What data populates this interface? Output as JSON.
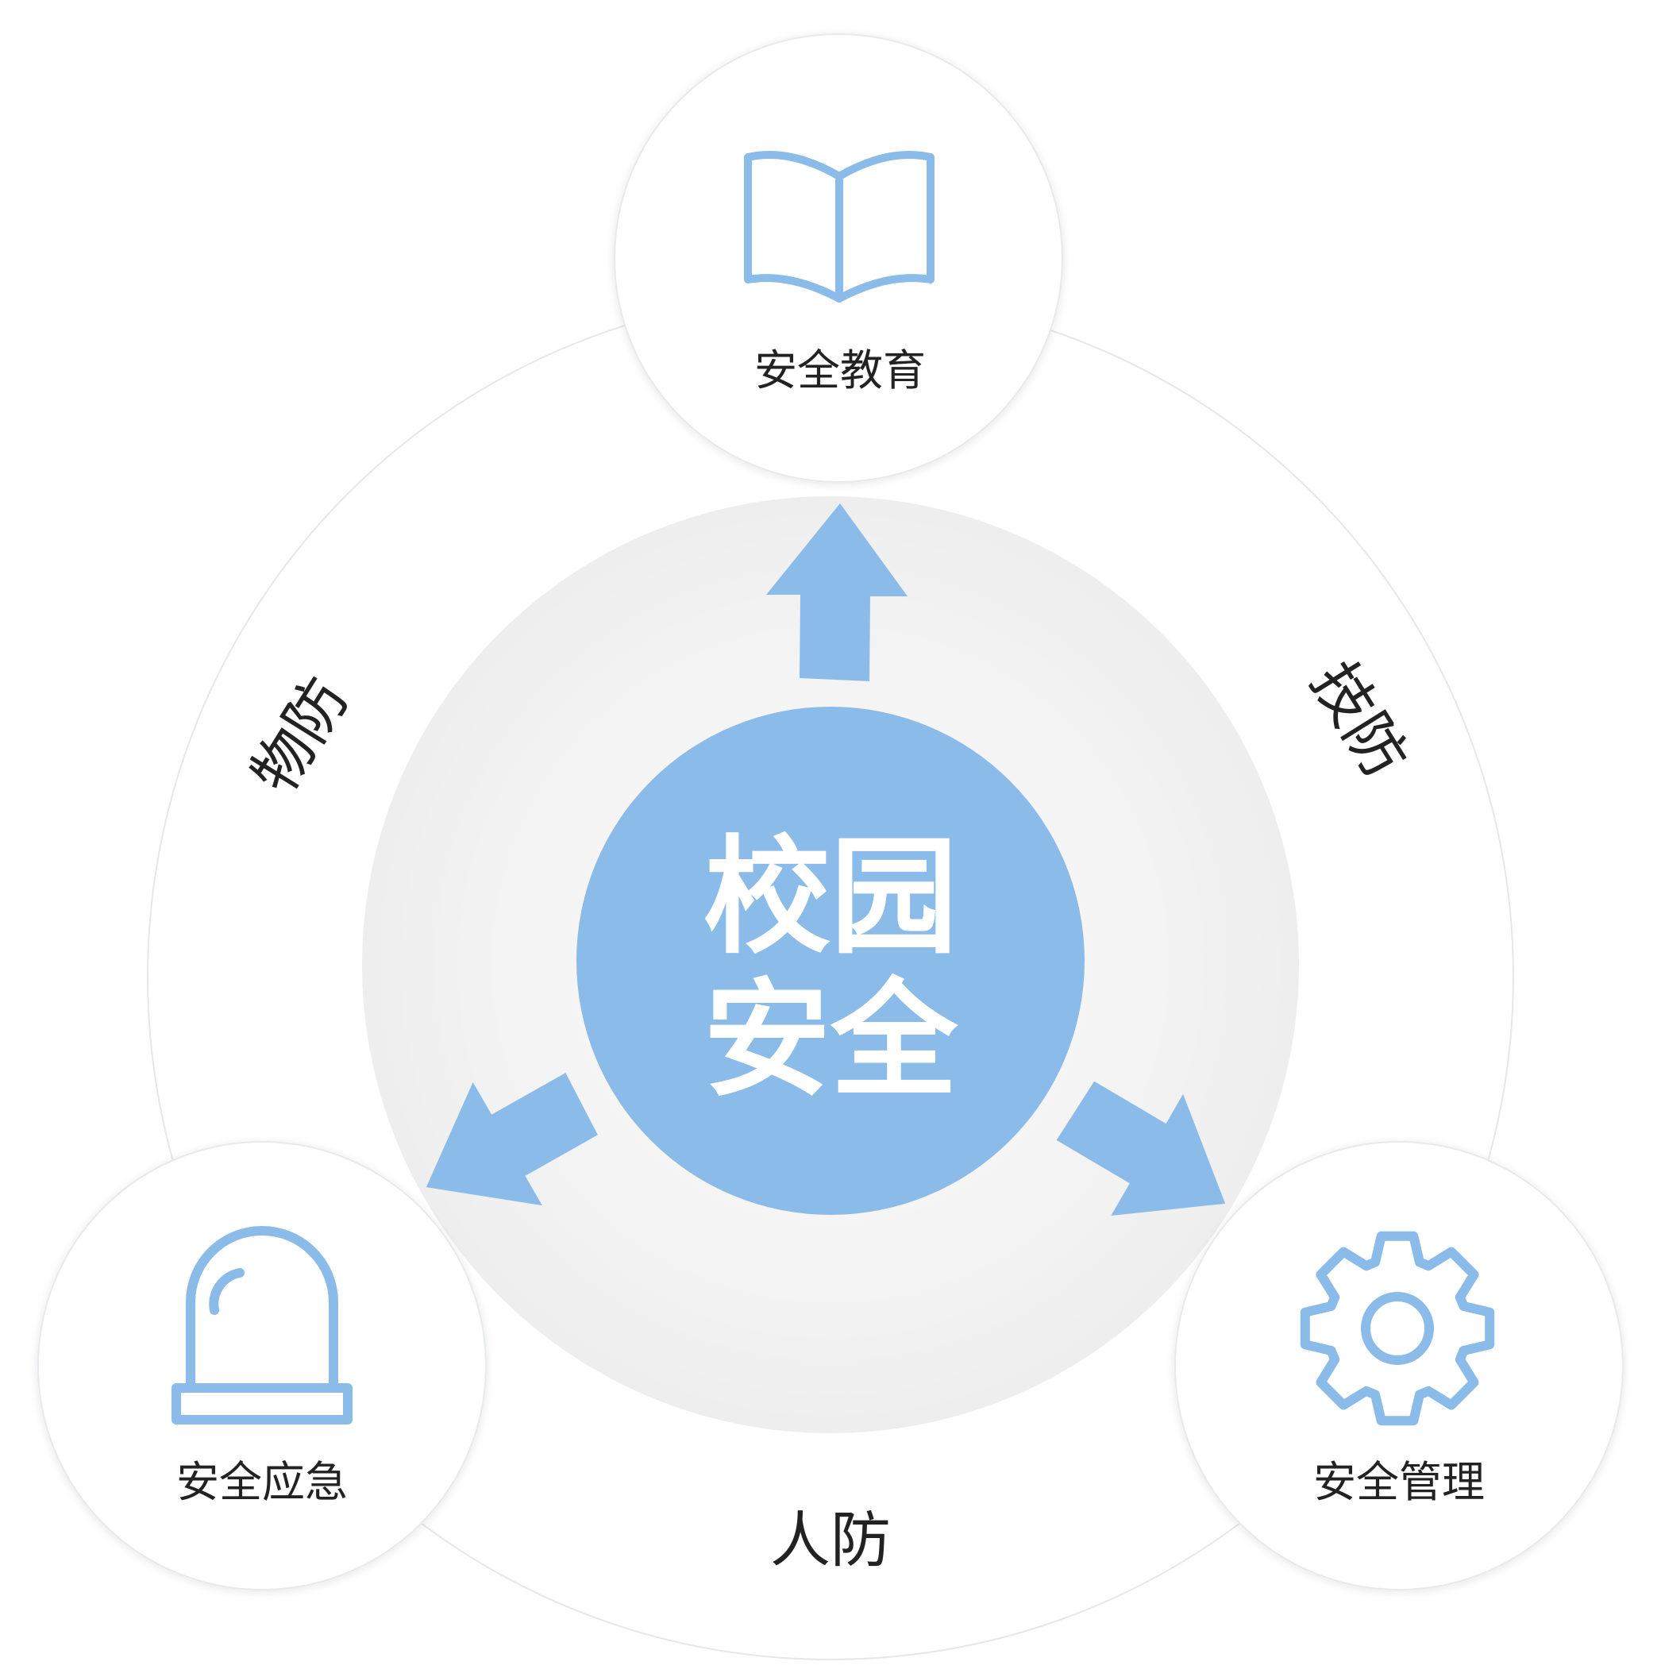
{
  "center": {
    "line1": "校园",
    "line2": "安全"
  },
  "nodes": {
    "top": {
      "label": "安全教育",
      "icon": "book-icon"
    },
    "bottom_left": {
      "label": "安全应急",
      "icon": "alarm-light-icon"
    },
    "bottom_right": {
      "label": "安全管理",
      "icon": "gear-icon"
    }
  },
  "ring_labels": {
    "left": "物防",
    "right": "技防",
    "bottom": "人防"
  },
  "colors": {
    "accent": "#8bbbe9",
    "text": "#222222",
    "center_text": "#ffffff",
    "node_border": "#e6e9ee",
    "inner_glow": "#efefef"
  }
}
